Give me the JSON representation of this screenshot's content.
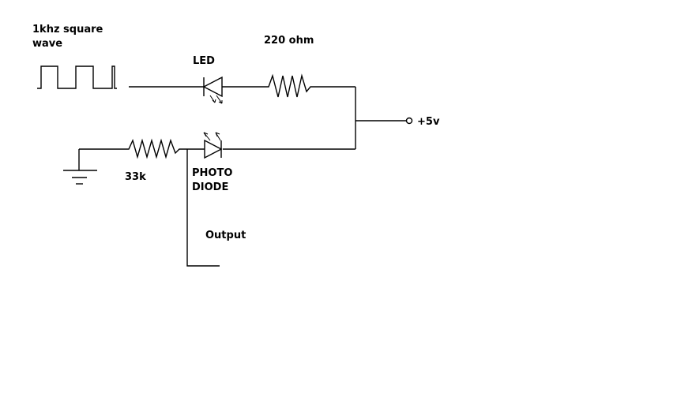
{
  "labels": {
    "source_line1": "1khz square",
    "source_line2": "wave",
    "led": "LED",
    "resistor_220": "220 ohm",
    "supply": "+5v",
    "resistor_33k": "33k",
    "photodiode_line1": "PHOTO",
    "photodiode_line2": "DIODE",
    "output": "Output"
  },
  "colors": {
    "wire": "#000000",
    "background": "#ffffff"
  },
  "icons": {
    "led": "led-icon",
    "photodiode": "photodiode-icon",
    "resistor": "resistor-icon",
    "ground": "ground-icon",
    "supply_terminal": "terminal-circle-icon",
    "square_wave": "square-wave-icon"
  }
}
